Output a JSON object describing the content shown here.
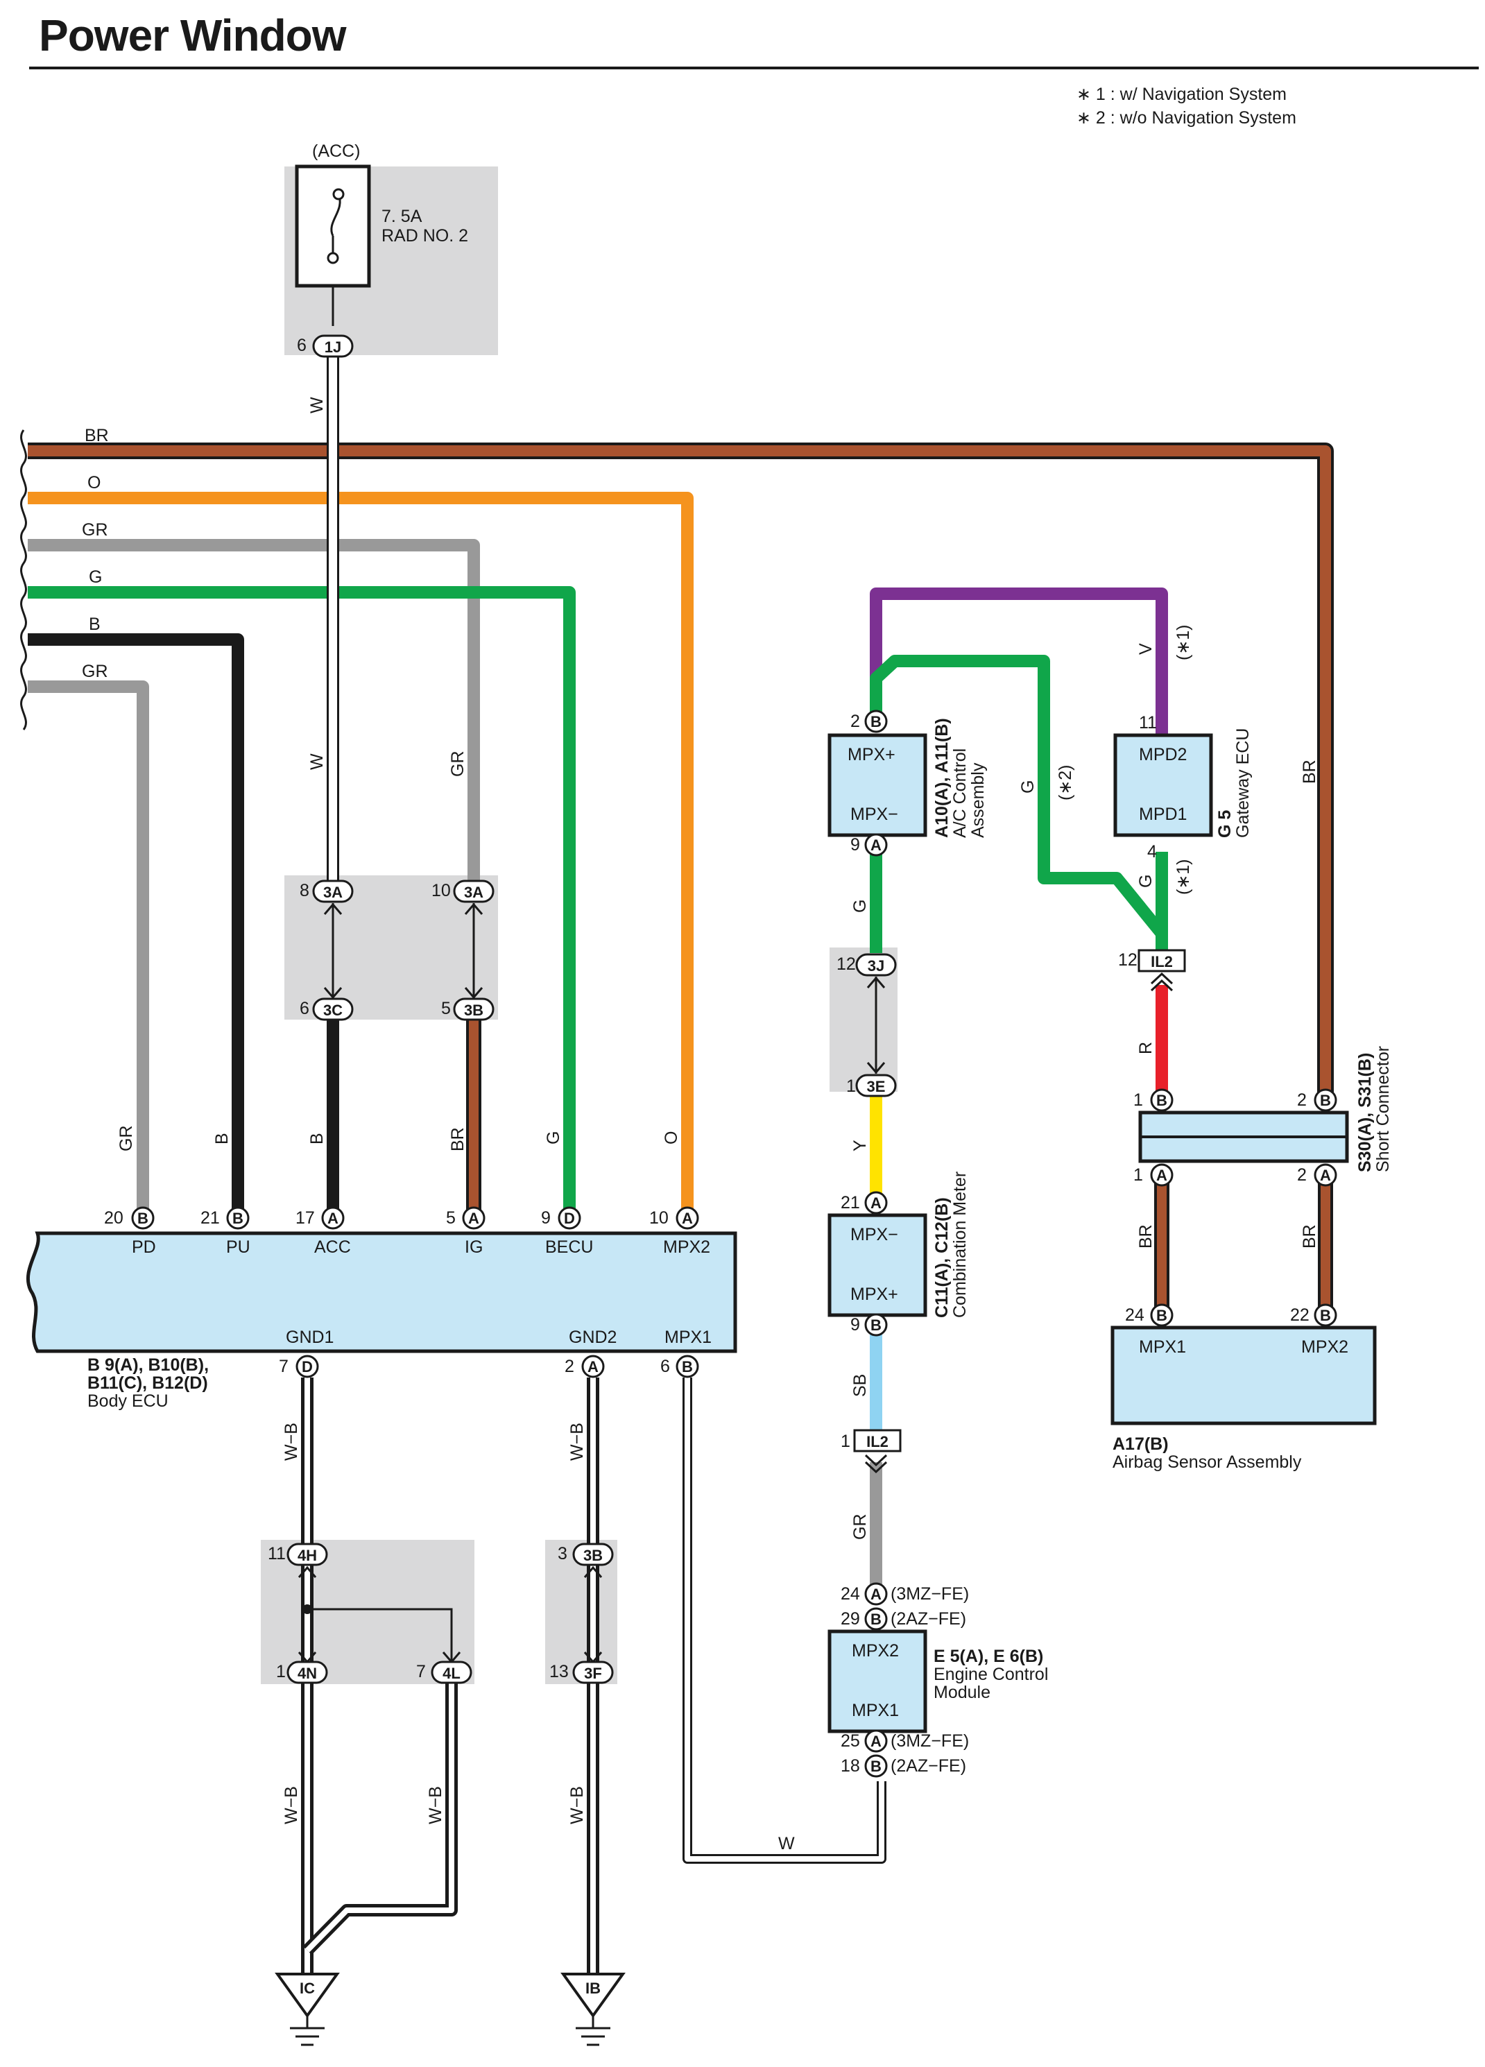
{
  "title": "Power Window",
  "notes": [
    "∗ 1 : w/ Navigation System",
    "∗ 2 : w/o Navigation System"
  ],
  "fuse": {
    "supply": "(ACC)",
    "rating": "7. 5A",
    "name": "RAD NO. 2",
    "pin": "6",
    "conn": "1J"
  },
  "wire_colors": {
    "BR": "#a9532f",
    "O": "#f5931e",
    "GR": "#999999",
    "G": "#10a64a",
    "B": "#1a1a1a",
    "W": "#ffffff",
    "V": "#7c3192",
    "R": "#e8202a",
    "Y": "#ffe300",
    "SB": "#8fd3f2",
    "WB": "#ffffff"
  },
  "harness_labels": [
    "BR",
    "O",
    "GR",
    "G",
    "B",
    "GR"
  ],
  "body_ecu": {
    "ref": "B 9(A), B10(B),",
    "ref2": "B11(C), B12(D)",
    "name": "Body ECU",
    "top_terms": [
      {
        "num": "20",
        "pin": "B",
        "label": "PD",
        "wire": "GR"
      },
      {
        "num": "21",
        "pin": "B",
        "label": "PU",
        "wire": "B"
      },
      {
        "num": "17",
        "pin": "A",
        "label": "ACC",
        "wire": "B"
      },
      {
        "num": "5",
        "pin": "A",
        "label": "IG",
        "wire": "BR"
      },
      {
        "num": "9",
        "pin": "D",
        "label": "BECU",
        "wire": "G"
      },
      {
        "num": "10",
        "pin": "A",
        "label": "MPX2",
        "wire": "O"
      }
    ],
    "bottom_terms": [
      {
        "num": "7",
        "pin": "D",
        "label": "GND1"
      },
      {
        "num": "2",
        "pin": "A",
        "label": "GND2"
      },
      {
        "num": "6",
        "pin": "B",
        "label": "MPX1"
      }
    ]
  },
  "junction_3a": [
    {
      "top_num": "8",
      "top_conn": "3A",
      "bot_num": "6",
      "bot_conn": "3C",
      "wire_top": "W",
      "wire_bot": "B"
    },
    {
      "top_num": "10",
      "top_conn": "3A",
      "bot_num": "5",
      "bot_conn": "3B",
      "wire_top": "GR",
      "wire_bot": "BR"
    }
  ],
  "ac_control": {
    "ref": "A10(A), A11(B)",
    "name1": "A/C Control",
    "name2": "Assembly",
    "top_label": "MPX+",
    "bot_label": "MPX−",
    "top_num": "2",
    "top_pin": "B",
    "bot_num": "9",
    "bot_pin": "A"
  },
  "gateway": {
    "ref": "G 5",
    "name": "Gateway ECU",
    "top_label": "MPD2",
    "bot_label": "MPD1",
    "top_num": "11",
    "bot_num": "4"
  },
  "gateway_wires": {
    "v": "V",
    "v_note": "(∗1)",
    "g_note2": "(∗2)",
    "g": "G",
    "g_note1": "(∗1)"
  },
  "il2_upper": {
    "num": "12",
    "name": "IL2"
  },
  "il2_upper_wire": "R",
  "junction_3j": {
    "top_num": "12",
    "top_conn": "3J",
    "bot_num": "1",
    "bot_conn": "3E"
  },
  "ac_out_wire": "G",
  "meter_wire_in": "Y",
  "combo_meter": {
    "ref": "C11(A), C12(B)",
    "name": "Combination Meter",
    "top_label": "MPX−",
    "bot_label": "MPX+",
    "top_num": "21",
    "top_pin": "A",
    "bot_num": "9",
    "bot_pin": "B"
  },
  "meter_out_wire": "SB",
  "il2_lower": {
    "num": "1",
    "name": "IL2"
  },
  "ecm_wire_in": "GR",
  "ecm": {
    "ref": "E 5(A), E 6(B)",
    "name1": "Engine Control",
    "name2": "Module",
    "top_label": "MPX2",
    "bot_label": "MPX1",
    "pins_top": [
      {
        "num": "24",
        "pin": "A",
        "note": "(3MZ−FE)"
      },
      {
        "num": "29",
        "pin": "B",
        "note": "(2AZ−FE)"
      }
    ],
    "pins_bot": [
      {
        "num": "25",
        "pin": "A",
        "note": "(3MZ−FE)"
      },
      {
        "num": "18",
        "pin": "B",
        "note": "(2AZ−FE)"
      }
    ]
  },
  "mpx1_wire": "W",
  "short_connector": {
    "ref": "S30(A), S31(B)",
    "name": "Short Connector",
    "top": [
      {
        "num": "1",
        "pin": "B"
      },
      {
        "num": "2",
        "pin": "B"
      }
    ],
    "bottom": [
      {
        "num": "1",
        "pin": "A"
      },
      {
        "num": "2",
        "pin": "A"
      }
    ]
  },
  "br_wire": "BR",
  "airbag": {
    "ref": "A17(B)",
    "name": "Airbag Sensor Assembly",
    "terms": [
      {
        "num": "24",
        "pin": "B",
        "label": "MPX1"
      },
      {
        "num": "22",
        "pin": "B",
        "label": "MPX2"
      }
    ]
  },
  "ground_junctions": [
    {
      "num": "11",
      "conn": "4H"
    },
    {
      "num": "1",
      "conn": "4N"
    },
    {
      "num": "7",
      "conn": "4L"
    },
    {
      "num": "3",
      "conn": "3B"
    },
    {
      "num": "13",
      "conn": "3F"
    }
  ],
  "ground_wire": "W−B",
  "grounds": [
    "IC",
    "IB"
  ]
}
